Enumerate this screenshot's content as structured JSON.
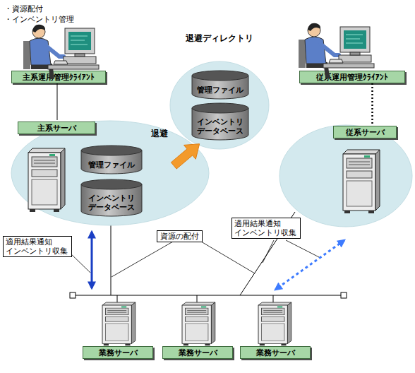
{
  "diagram": {
    "nodes": [
      {
        "text": [
          "主系運用管理ｸﾗｲｱﾝﾄ"
        ]
      },
      {
        "text": [
          "退避ディレクトリ"
        ]
      },
      {
        "text": [
          "管理ファイル"
        ],
        "in": 1
      },
      {
        "text": [
          "インベントリ データベース"
        ],
        "in": 1
      },
      {
        "text": [
          "従系運用管理ｸﾗｲｱﾝﾄ"
        ]
      },
      {
        "text": [
          "主系サーバ"
        ]
      },
      {
        "text": [
          "管理ファイル"
        ],
        "in": 5
      },
      {
        "text": [
          "インベントリ データベース"
        ],
        "in": 5
      },
      {
        "text": [
          "従系サーバ"
        ]
      },
      {
        "text": [
          "業務サーバ"
        ]
      },
      {
        "text": [
          "業務サーバ"
        ]
      },
      {
        "text": [
          "業務サーバ"
        ]
      }
    ],
    "edges": [
      {
        "from": 0,
        "to": 5,
        "arrow": "none"
      },
      {
        "from": 5,
        "to": 1,
        "label": "退避",
        "arrow": "to"
      },
      {
        "from": 4,
        "to": 8,
        "arrow": "none"
      }
    ],
    "labels": [
      "・資源配付",
      "・インベントリ管理",
      "適用結果通知 インベントリ収集",
      "資源の配付",
      "適用結果通知 インベントリ収集"
    ]
  }
}
